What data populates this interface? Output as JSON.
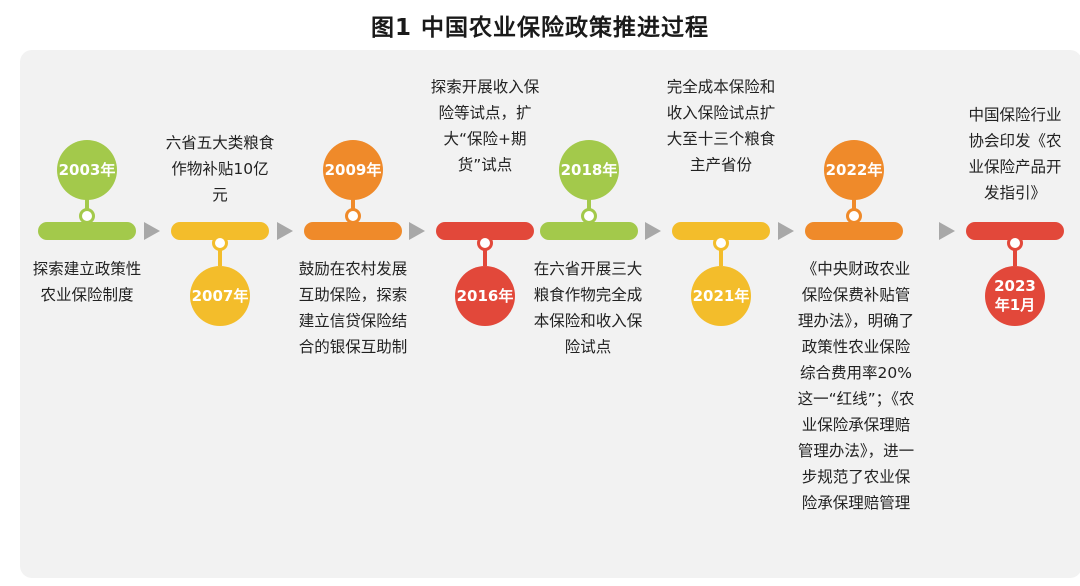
{
  "title": "图1  中国农业保险政策推进过程",
  "colors": {
    "green": "#a3c94b",
    "yellow": "#f3bd2b",
    "orange": "#ef8a2a",
    "red": "#e2483a",
    "arrow": "#a8a8a8",
    "panel": "#f2f2f2"
  },
  "events": [
    {
      "year": "2003年",
      "text": "探索建立政策性农业保险制度"
    },
    {
      "year": "2007年",
      "text": "六省五大类粮食作物补贴10亿元"
    },
    {
      "year": "2009年",
      "text": "鼓励在农村发展互助保险，探索建立信贷保险结合的银保互助制"
    },
    {
      "year": "2016年",
      "text": "探索开展收入保险等试点，扩大“保险+期货”试点"
    },
    {
      "year": "2018年",
      "text": "在六省开展三大粮食作物完全成本保险和收入保险试点"
    },
    {
      "year": "2021年",
      "text": "完全成本保险和收入保险试点扩大至十三个粮食主产省份"
    },
    {
      "year": "2022年",
      "text": "《中央财政农业保险保费补贴管理办法》，明确了政策性农业保险综合费用率20%这一“红线”；《农业保险承保理赔管理办法》，进一步规范了农业保险承保理赔管理"
    },
    {
      "year": "2023年1月",
      "text": "中国保险行业协会印发《农业保险产品开发指引》"
    }
  ]
}
